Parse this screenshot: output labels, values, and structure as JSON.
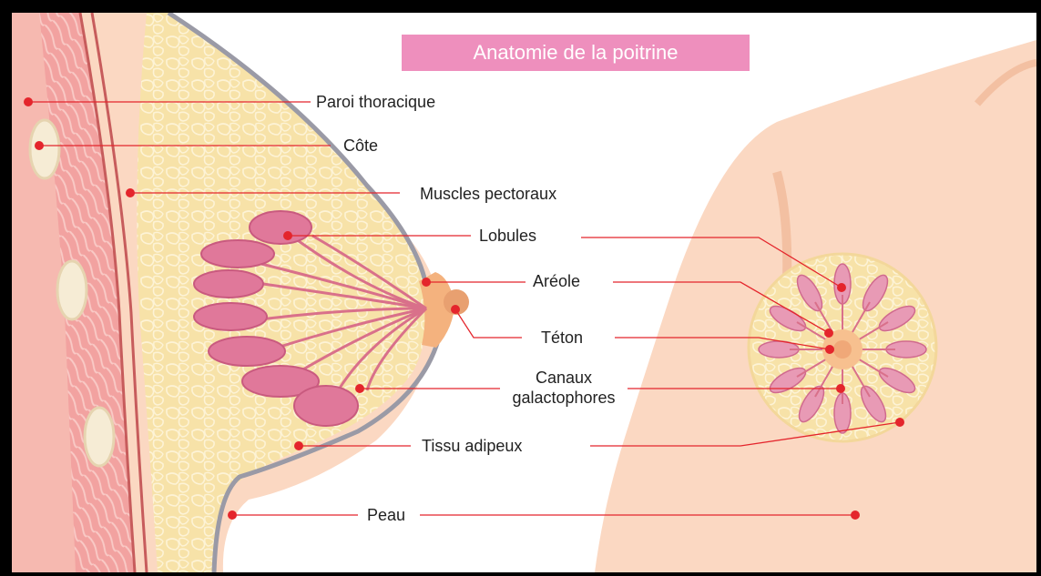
{
  "title": "Anatomie de la poitrine",
  "labels": {
    "paroi_thoracique": "Paroi thoracique",
    "cote": "Côte",
    "muscles_pectoraux": "Muscles pectoraux",
    "lobules": "Lobules",
    "areole": "Aréole",
    "teton": "Téton",
    "canaux": "Canaux galactophores",
    "tissu_adipeux": "Tissu adipeux",
    "peau": "Peau"
  },
  "colors": {
    "skin": "#fbd8c2",
    "fat": "#f7e2a8",
    "lobule": "#e0789a",
    "muscle": "#ec8f8b",
    "marker": "#e4252c",
    "title_bg": "#ee8fbd"
  }
}
